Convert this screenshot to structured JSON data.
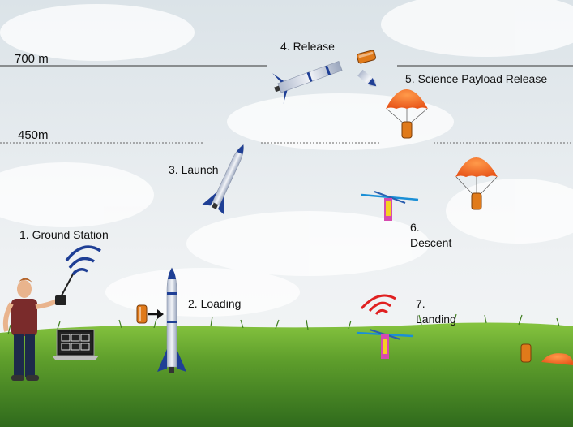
{
  "altitudes": {
    "high": "700 m",
    "mid": "450m"
  },
  "stages": {
    "ground_station": "1. Ground Station",
    "loading": "2. Loading",
    "launch": "3. Launch",
    "release": "4. Release",
    "payload_release": "5. Science Payload Release",
    "descent_num": "6.",
    "descent": "Descent",
    "landing_num": "7.",
    "landing": "Landing"
  },
  "colors": {
    "sky_top": "#dfe6ea",
    "sky_bottom": "#f4f6f7",
    "grass_light": "#7fbf3a",
    "grass_dark": "#2f6b1a",
    "parachute": "#f26b1d",
    "rocket_body": "#d8dde8",
    "rocket_fin": "#1f3f95",
    "signal_blue": "#1f3f95",
    "signal_red": "#e02020",
    "payload_orange": "#e07a1a"
  },
  "icons": [
    "person-icon",
    "remote-control-icon",
    "laptop-icon",
    "rocket-icon",
    "parachute-icon",
    "drone-icon",
    "signal-wave-icon",
    "payload-canister-icon"
  ]
}
